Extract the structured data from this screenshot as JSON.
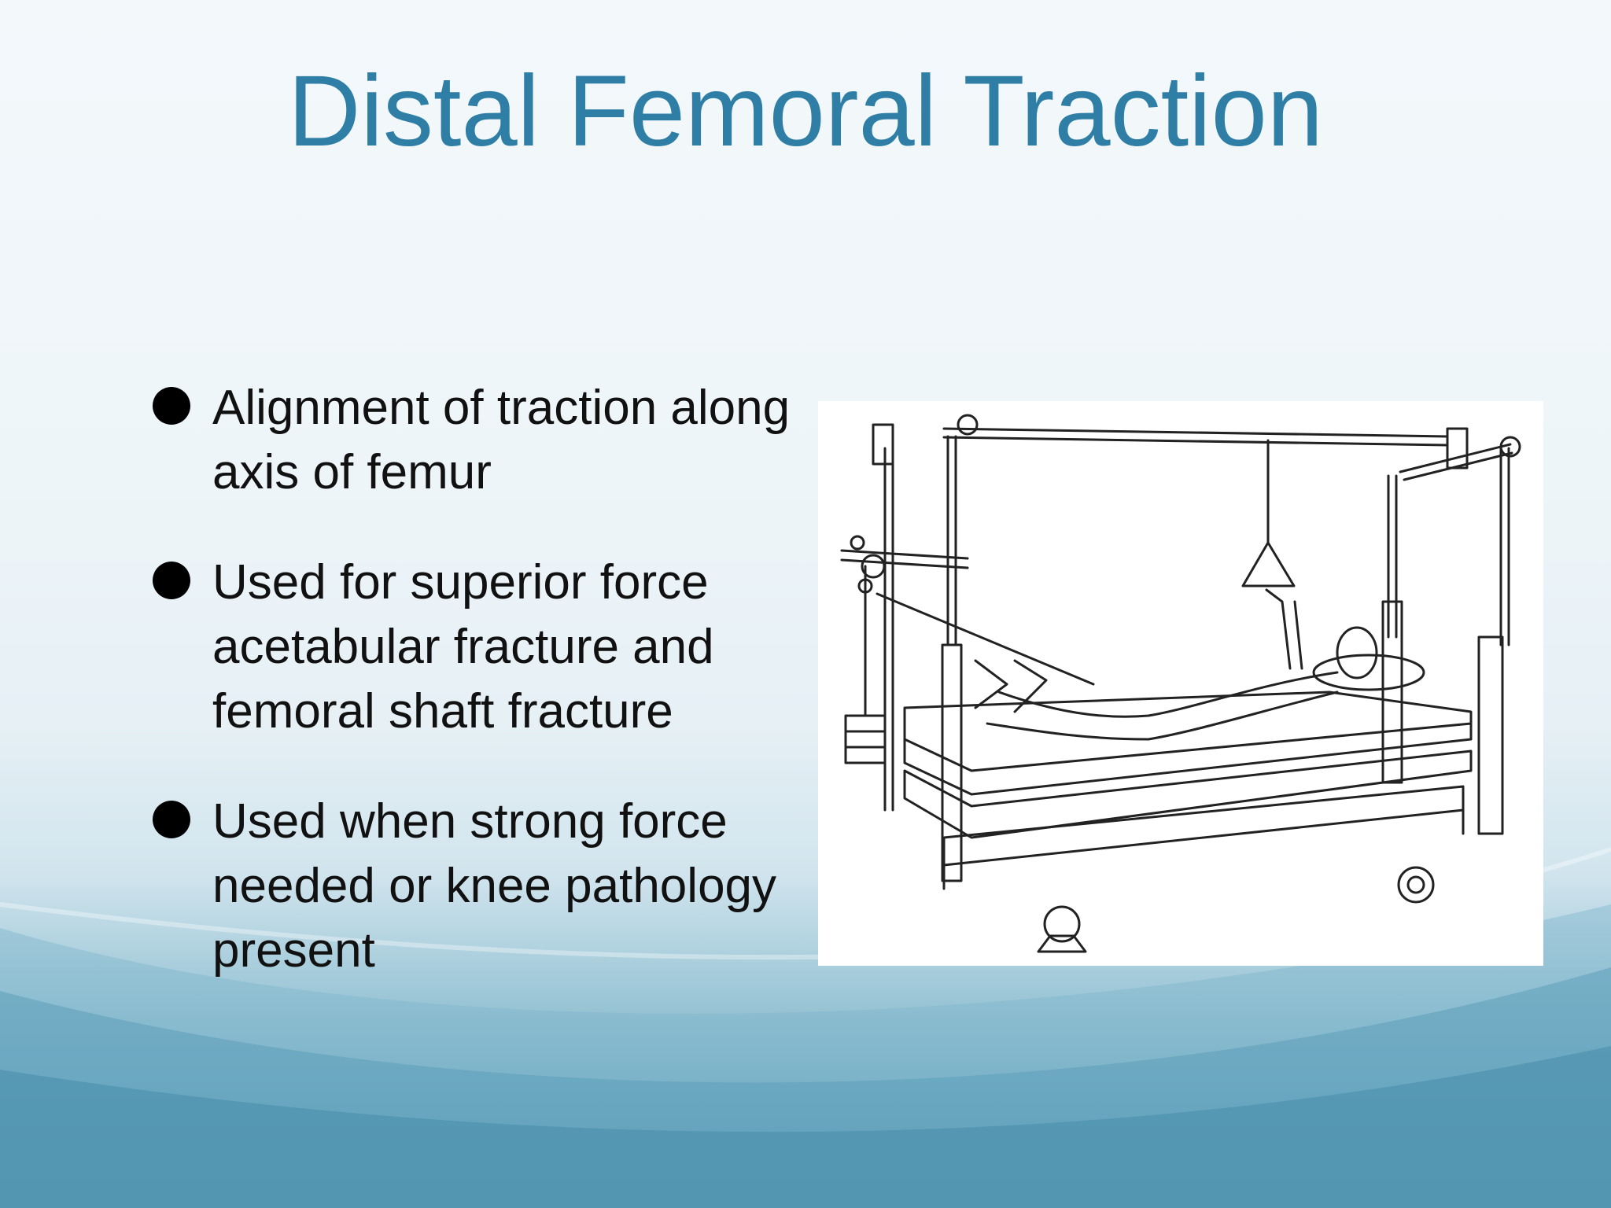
{
  "slide": {
    "title": "Distal Femoral Traction",
    "bullets": [
      "Alignment of traction along axis of femur",
      "Used for superior force acetabular fracture and femoral shaft fracture",
      "Used when strong force needed or knee pathology present"
    ]
  },
  "colors": {
    "title": "#2e7ea6",
    "background_light": "#f3f8fb",
    "background_wave": "#4f92ae"
  },
  "illustration": {
    "subject": "patient-in-bed-with-balanced-traction-frame"
  }
}
